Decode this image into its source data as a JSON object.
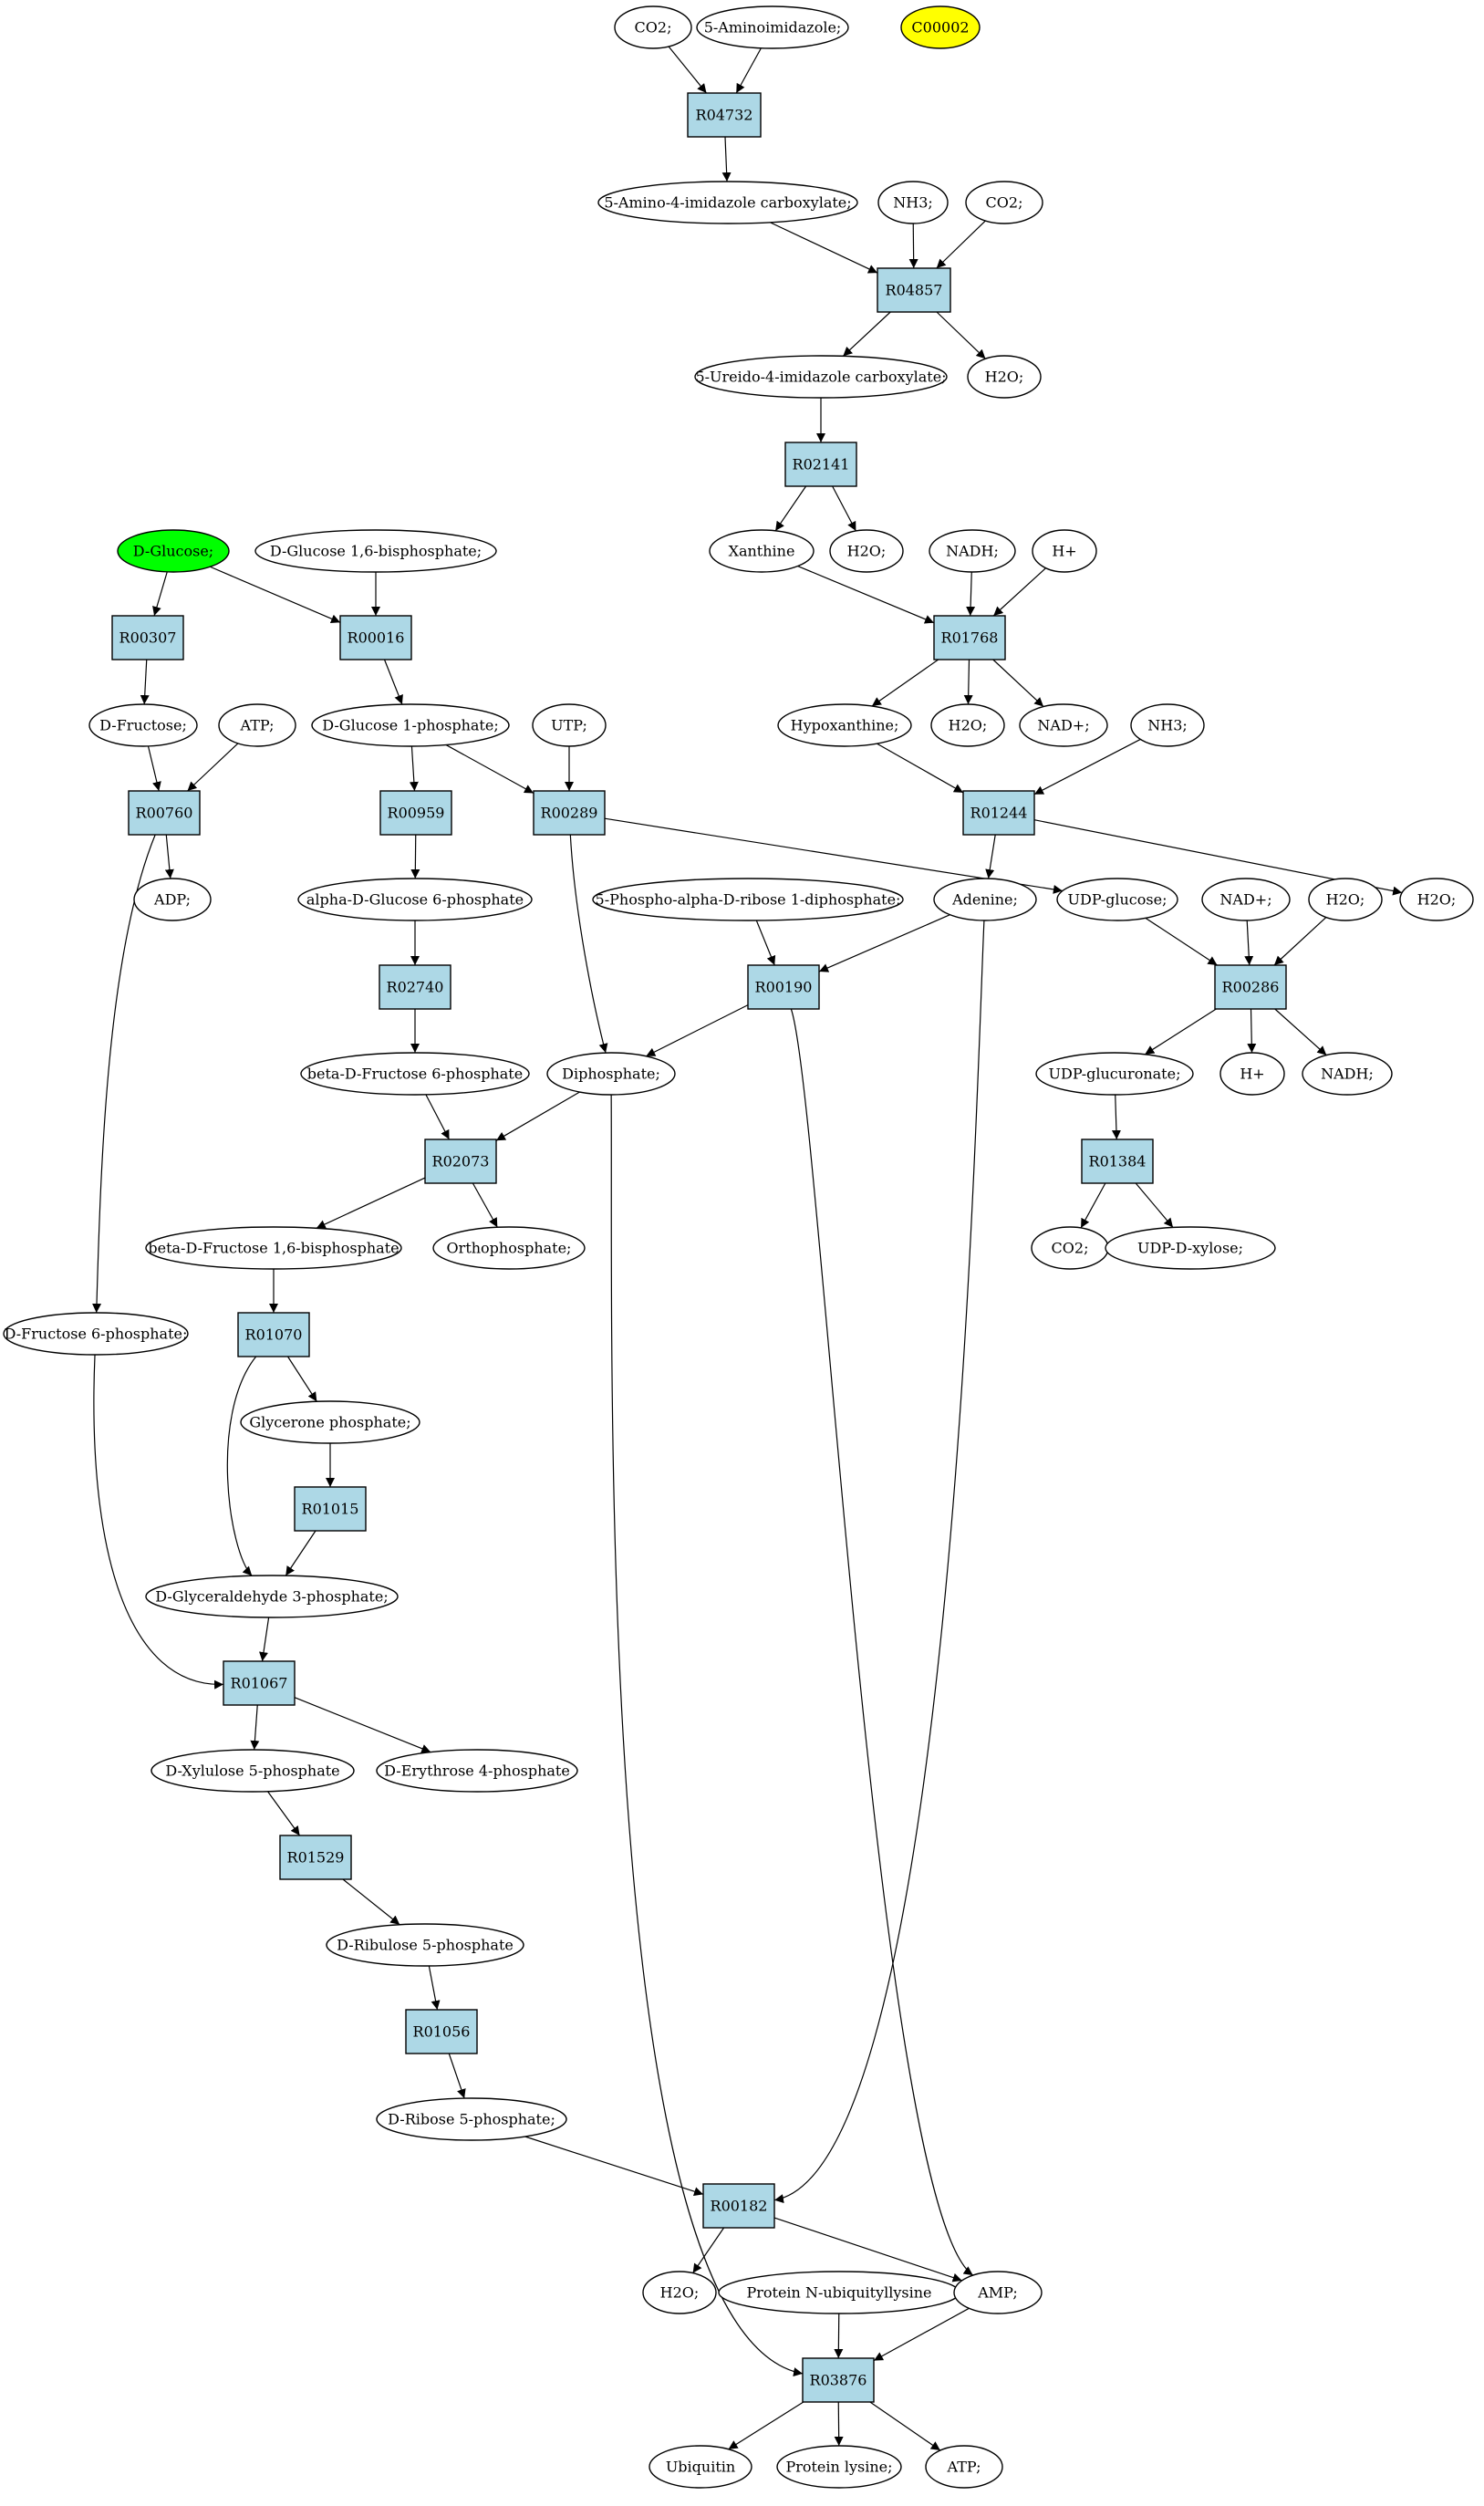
{
  "colors": {
    "compound_fill": "#ffffff",
    "reaction_fill": "#add8e6",
    "start_compound_fill": "#00ff00",
    "highlight_compound_fill": "#ffff00",
    "stroke": "#000000"
  },
  "compounds": {
    "co2_1": "CO2;",
    "aminoimidazole": "5-Aminoimidazole;",
    "c00002": "C00002",
    "aicar": "5-Amino-4-imidazole carboxylate;",
    "nh3_1": "NH3;",
    "co2_2": "CO2;",
    "ureido": "5-Ureido-4-imidazole carboxylate;",
    "h2o_1": "H2O;",
    "xanthine": "Xanthine",
    "h2o_2": "H2O;",
    "nadh_1": "NADH;",
    "hplus_1": "H+",
    "dglucose": "D-Glucose;",
    "g16bp": "D-Glucose 1,6-bisphosphate;",
    "hypoxanthine": "Hypoxanthine;",
    "h2o_3": "H2O;",
    "nadplus_1": "NAD+;",
    "nh3_2": "NH3;",
    "dfructose": "D-Fructose;",
    "atp_1": "ATP;",
    "g1p": "D-Glucose 1-phosphate;",
    "utp": "UTP;",
    "adp": "ADP;",
    "ag6p": "alpha-D-Glucose 6-phosphate",
    "prpp": "5-Phospho-alpha-D-ribose 1-diphosphate;",
    "adenine": "Adenine;",
    "udpglucose": "UDP-glucose;",
    "nadplus_2": "NAD+;",
    "h2o_4": "H2O;",
    "h2o_5": "H2O;",
    "bf6p": "beta-D-Fructose 6-phosphate",
    "diphosphate": "Diphosphate;",
    "udpglucuronate": "UDP-glucuronate;",
    "hplus_2": "H+",
    "nadh_2": "NADH;",
    "bf16bp": "beta-D-Fructose 1,6-bisphosphate",
    "orthophosphate": "Orthophosphate;",
    "co2_3": "CO2;",
    "udpxylose": "UDP-D-xylose;",
    "df6p": "D-Fructose 6-phosphate;",
    "glyceronep": "Glycerone phosphate;",
    "g3p": "D-Glyceraldehyde 3-phosphate;",
    "xu5p": "D-Xylulose 5-phosphate",
    "e4p": "D-Erythrose 4-phosphate",
    "ru5p": "D-Ribulose 5-phosphate",
    "r5p": "D-Ribose 5-phosphate;",
    "h2o_6": "H2O;",
    "proteinubi": "Protein N-ubiquityllysine",
    "amp": "AMP;",
    "ubiquitin": "Ubiquitin",
    "proteinlysine": "Protein lysine;",
    "atp_2": "ATP;"
  },
  "reactions": {
    "R04732": "R04732",
    "R04857": "R04857",
    "R02141": "R02141",
    "R01768": "R01768",
    "R00307": "R00307",
    "R00016": "R00016",
    "R01244": "R01244",
    "R00760": "R00760",
    "R00959": "R00959",
    "R00289": "R00289",
    "R00190": "R00190",
    "R00286": "R00286",
    "R02740": "R02740",
    "R02073": "R02073",
    "R01384": "R01384",
    "R01070": "R01070",
    "R01015": "R01015",
    "R01067": "R01067",
    "R01529": "R01529",
    "R01056": "R01056",
    "R00182": "R00182",
    "R03876": "R03876"
  },
  "edges": [
    [
      "co2_1",
      "R04732"
    ],
    [
      "aminoimidazole",
      "R04732"
    ],
    [
      "R04732",
      "aicar"
    ],
    [
      "aicar",
      "R04857"
    ],
    [
      "nh3_1",
      "R04857"
    ],
    [
      "co2_2",
      "R04857"
    ],
    [
      "R04857",
      "ureido"
    ],
    [
      "R04857",
      "h2o_1"
    ],
    [
      "ureido",
      "R02141"
    ],
    [
      "R02141",
      "xanthine"
    ],
    [
      "R02141",
      "h2o_2"
    ],
    [
      "xanthine",
      "R01768"
    ],
    [
      "nadh_1",
      "R01768"
    ],
    [
      "hplus_1",
      "R01768"
    ],
    [
      "R01768",
      "hypoxanthine"
    ],
    [
      "R01768",
      "h2o_3"
    ],
    [
      "R01768",
      "nadplus_1"
    ],
    [
      "hypoxanthine",
      "R01244"
    ],
    [
      "nh3_2",
      "R01244"
    ],
    [
      "R01244",
      "adenine"
    ],
    [
      "R01244",
      "h2o_5"
    ],
    [
      "dglucose",
      "R00307"
    ],
    [
      "dglucose",
      "R00016"
    ],
    [
      "g16bp",
      "R00016"
    ],
    [
      "R00307",
      "dfructose"
    ],
    [
      "R00016",
      "g1p"
    ],
    [
      "dfructose",
      "R00760"
    ],
    [
      "atp_1",
      "R00760"
    ],
    [
      "R00760",
      "adp"
    ],
    [
      "R00760",
      "df6p"
    ],
    [
      "g1p",
      "R00959"
    ],
    [
      "g1p",
      "R00289"
    ],
    [
      "utp",
      "R00289"
    ],
    [
      "R00959",
      "ag6p"
    ],
    [
      "R00289",
      "udpglucose"
    ],
    [
      "R00289",
      "diphosphate"
    ],
    [
      "prpp",
      "R00190"
    ],
    [
      "adenine",
      "R00190"
    ],
    [
      "R00190",
      "diphosphate"
    ],
    [
      "R00190",
      "amp"
    ],
    [
      "udpglucose",
      "R00286"
    ],
    [
      "nadplus_2",
      "R00286"
    ],
    [
      "h2o_4",
      "R00286"
    ],
    [
      "R00286",
      "udpglucuronate"
    ],
    [
      "R00286",
      "hplus_2"
    ],
    [
      "R00286",
      "nadh_2"
    ],
    [
      "udpglucuronate",
      "R01384"
    ],
    [
      "R01384",
      "co2_3"
    ],
    [
      "R01384",
      "udpxylose"
    ],
    [
      "ag6p",
      "R02740"
    ],
    [
      "R02740",
      "bf6p"
    ],
    [
      "bf6p",
      "R02073"
    ],
    [
      "diphosphate",
      "R02073"
    ],
    [
      "R02073",
      "bf16bp"
    ],
    [
      "R02073",
      "orthophosphate"
    ],
    [
      "bf16bp",
      "R01070"
    ],
    [
      "R01070",
      "glyceronep"
    ],
    [
      "R01070",
      "g3p"
    ],
    [
      "glyceronep",
      "R01015"
    ],
    [
      "R01015",
      "g3p"
    ],
    [
      "g3p",
      "R01067"
    ],
    [
      "df6p",
      "R01067"
    ],
    [
      "R01067",
      "xu5p"
    ],
    [
      "R01067",
      "e4p"
    ],
    [
      "xu5p",
      "R01529"
    ],
    [
      "R01529",
      "ru5p"
    ],
    [
      "ru5p",
      "R01056"
    ],
    [
      "R01056",
      "r5p"
    ],
    [
      "r5p",
      "R00182"
    ],
    [
      "adenine",
      "R00182"
    ],
    [
      "R00182",
      "h2o_6"
    ],
    [
      "R00182",
      "amp"
    ],
    [
      "proteinubi",
      "R03876"
    ],
    [
      "amp",
      "R03876"
    ],
    [
      "diphosphate",
      "R03876"
    ],
    [
      "R03876",
      "ubiquitin"
    ],
    [
      "R03876",
      "proteinlysine"
    ],
    [
      "R03876",
      "atp_2"
    ]
  ]
}
